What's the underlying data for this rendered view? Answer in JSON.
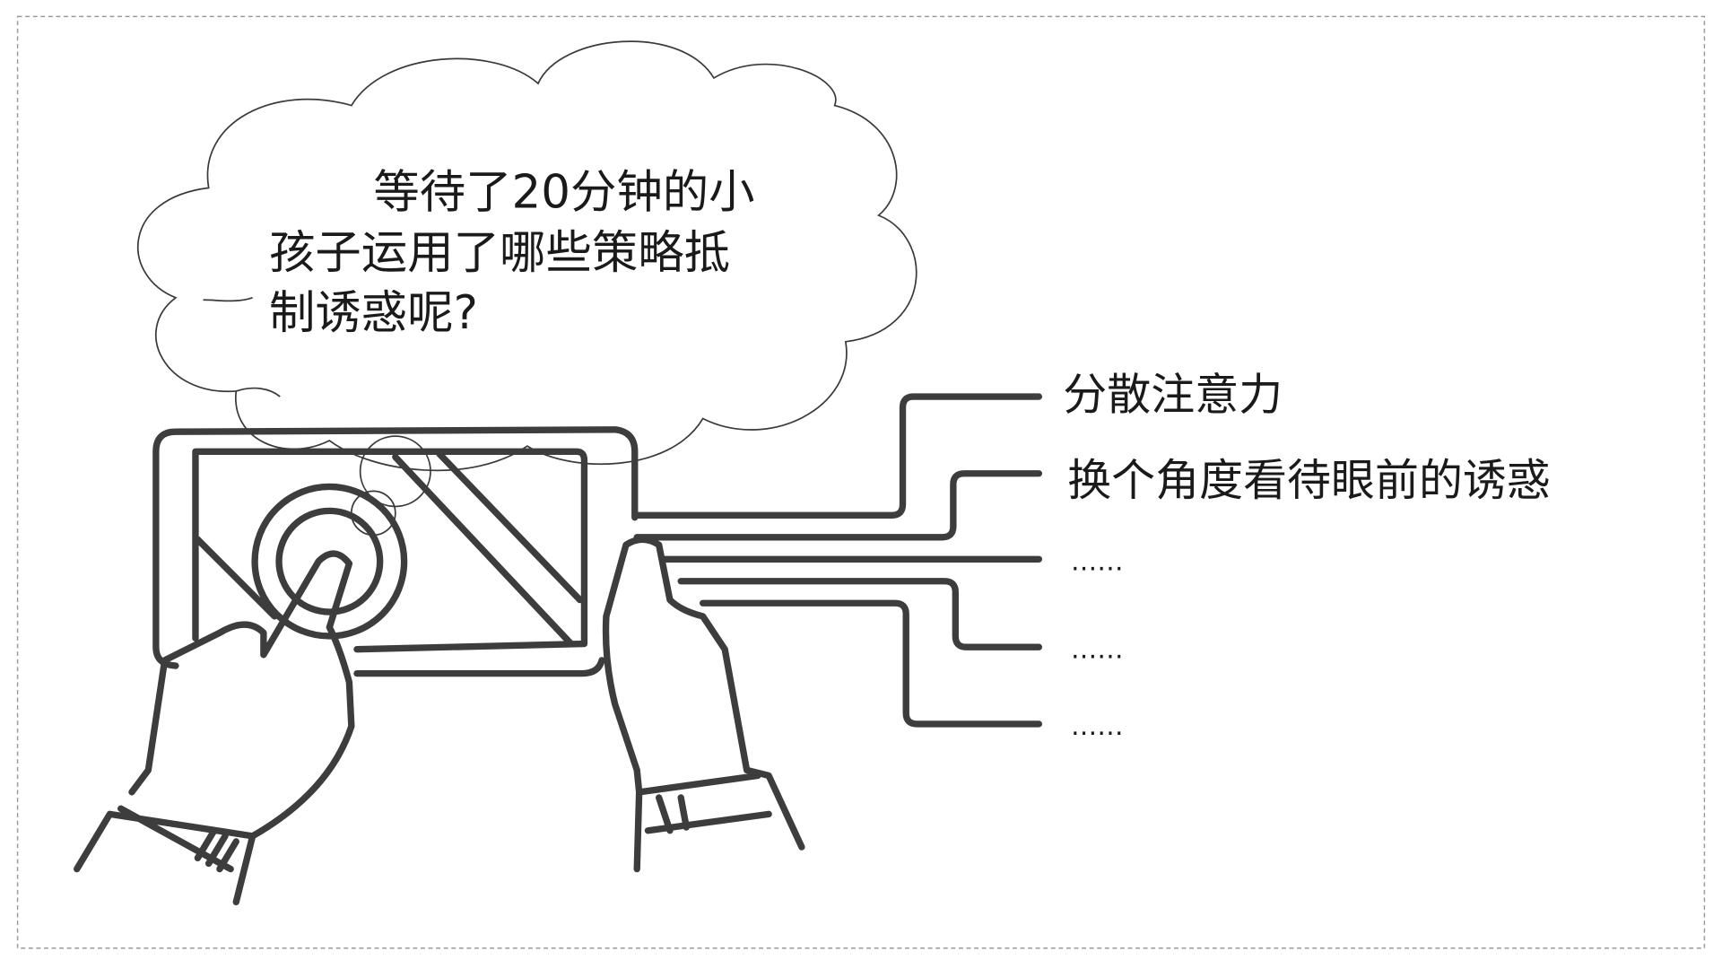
{
  "question": {
    "lines": [
      "等待了20分钟的小",
      "孩子运用了哪些策略抵",
      "制诱惑呢?"
    ]
  },
  "strategies": [
    {
      "label": "分散注意力"
    },
    {
      "label": "换个角度看待眼前的诱惑"
    },
    {
      "label": "……"
    },
    {
      "label": "……"
    },
    {
      "label": "……"
    }
  ],
  "colors": {
    "stroke": "#3d3d3d",
    "text": "#1a1a1a",
    "border": "#9a9a9a"
  }
}
